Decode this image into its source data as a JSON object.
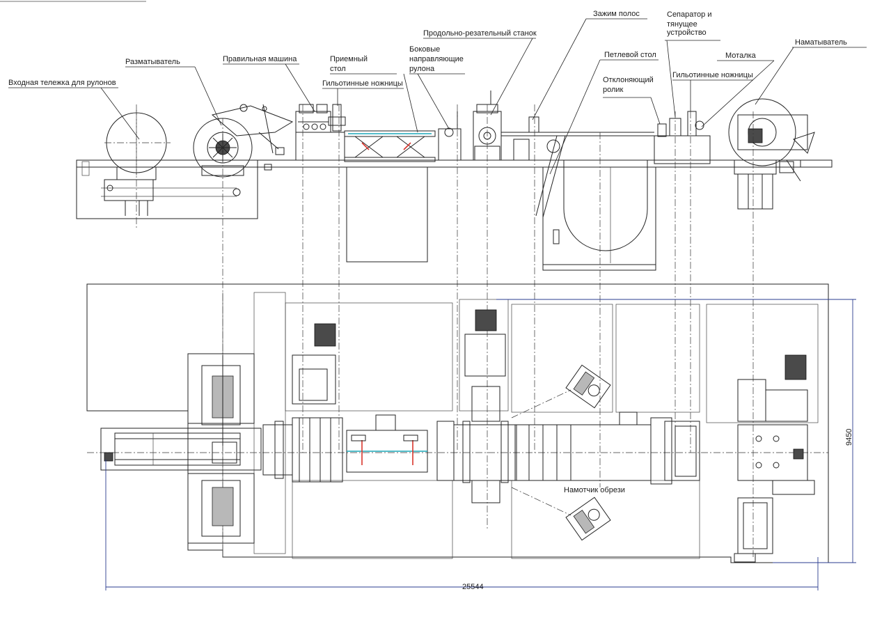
{
  "labels": {
    "entry_cart": "Входная тележка для рулонов",
    "uncoiler": "Разматыватель",
    "leveler": "Правильная машина",
    "receiving_table_1": "Приемный",
    "receiving_table_2": "стол",
    "shears_1": "Гильотинные ножницы",
    "side_guides_1": "Боковые",
    "side_guides_2": "направляющие",
    "side_guides_3": "рулона",
    "slitter": "Продольно-резательный станок",
    "strip_clamp": "Зажим полос",
    "separator_1": "Сепаратор и",
    "separator_2": "тянущее",
    "separator_3": "устройство",
    "loop_table": "Петлевой стол",
    "deflector_1": "Отклоняющий",
    "deflector_2": "ролик",
    "shears_2": "Гильотинные ножницы",
    "coiler": "Моталка",
    "rewinder": "Наматыватель",
    "scrap_winder": "Намотчик обрези"
  },
  "dimensions": {
    "overall_length": "25544",
    "overall_width": "9450"
  },
  "colors": {
    "line": "#222222",
    "dimension": "#2a3b8f",
    "accent_cyan": "#1aa7b8",
    "accent_red": "#d8342c"
  }
}
